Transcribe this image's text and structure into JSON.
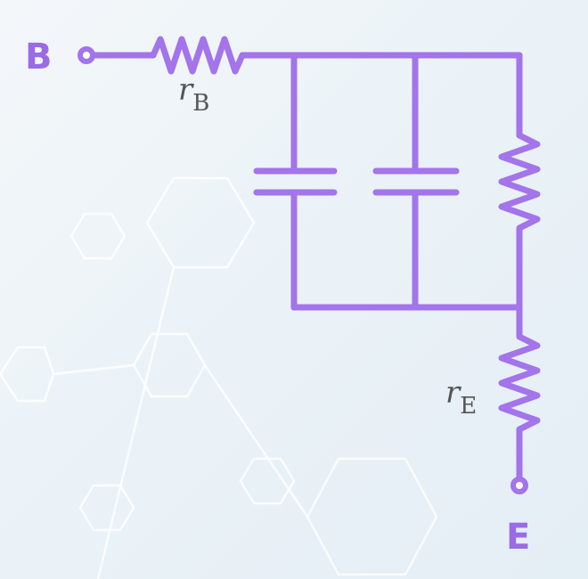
{
  "diagram": {
    "terminals": {
      "base": "B",
      "emitter": "E"
    },
    "components": {
      "base_resistor": {
        "symbol": "r",
        "subscript": "B"
      },
      "emitter_resistor": {
        "symbol": "r",
        "subscript": "E"
      },
      "capacitors": 2,
      "parallel_resistor": 1
    },
    "colors": {
      "wire": "#a374ea",
      "label_text": "#555555",
      "background": "#eef4f8"
    }
  }
}
